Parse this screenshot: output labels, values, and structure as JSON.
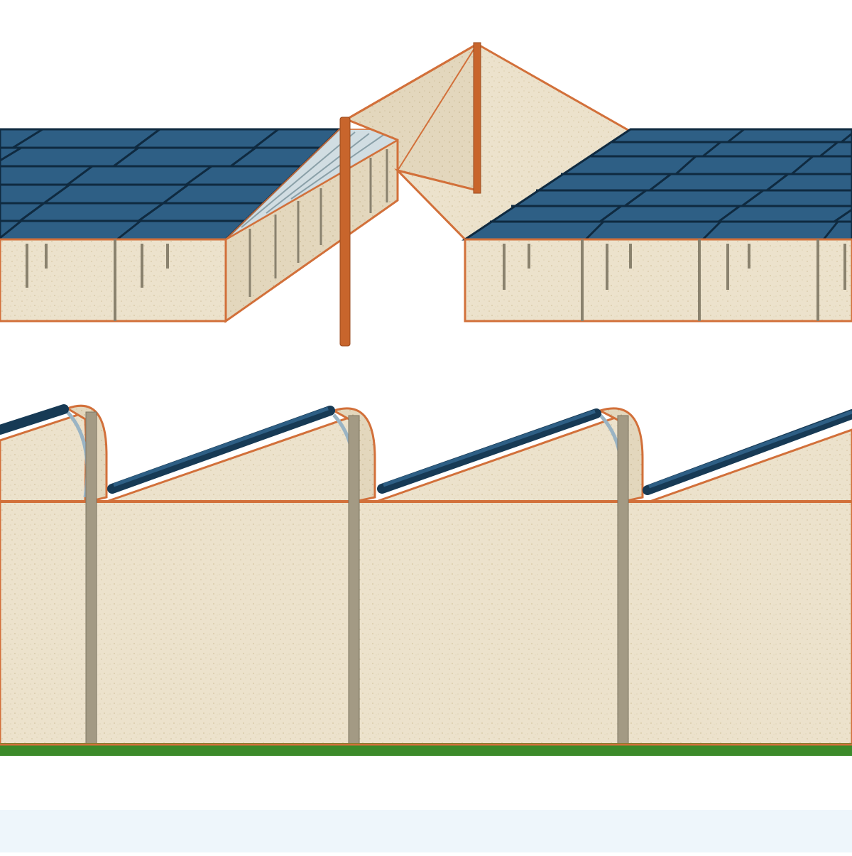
{
  "diagram": {
    "subject": "solar-greenhouse-illustration",
    "views": [
      {
        "id": "perspective-view",
        "left_block_panel_rows": 6,
        "right_block_panel_rows": 6,
        "center_gable": true
      },
      {
        "id": "side-elevation-view",
        "roof_profile": "sawtooth",
        "bays": 4
      }
    ]
  },
  "colors": {
    "panel": "#2e5f85",
    "panel_dark": "#173a55",
    "panel_grid": "#0f2a40",
    "wall": "#ece2cc",
    "wall_speck": "#d8c9a6",
    "frame": "#d2703a",
    "post": "#c8652c",
    "column": "#8a826e",
    "gutter": "#9ab4c4",
    "ground": "#3c8a2a",
    "band": "#eef6fb"
  }
}
